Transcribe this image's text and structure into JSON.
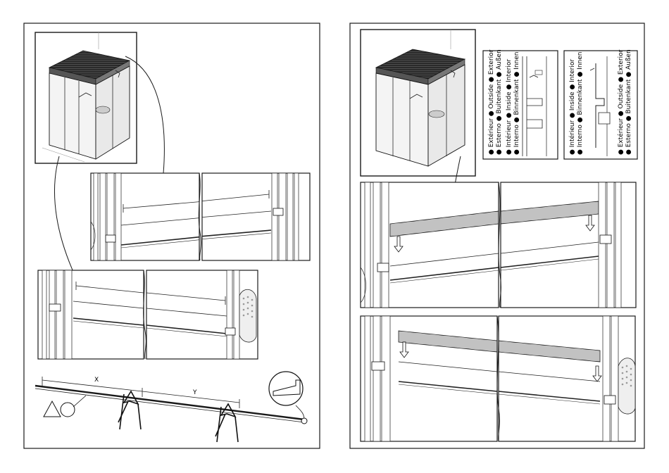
{
  "left_page": {
    "dimension_x": "X",
    "dimension_y": "Y"
  },
  "right_page": {
    "legend_upper": {
      "line_1": "● Extérieur ● Outside ● Exterior",
      "line_2": "● Esterno ● Buitenkant ● Außen",
      "line_3": "● Intérieur ● Inside ● Interior",
      "line_4": "● Interno ● Binnenkant ● Innen"
    },
    "legend_lower": {
      "line_1": "● Intérieur ● Inside ● Interior",
      "line_2": "● Interno ● Binnenkant ● Innen",
      "line_3": "● Extérieur ● Outside ● Exterior",
      "line_4": "● Esterno ● Buitenkant ● Außen"
    }
  },
  "colors": {
    "line": "#1a1a1a",
    "roof_dark": "#3a3a3a",
    "background": "#ffffff",
    "glass": "#f2f2f2"
  }
}
